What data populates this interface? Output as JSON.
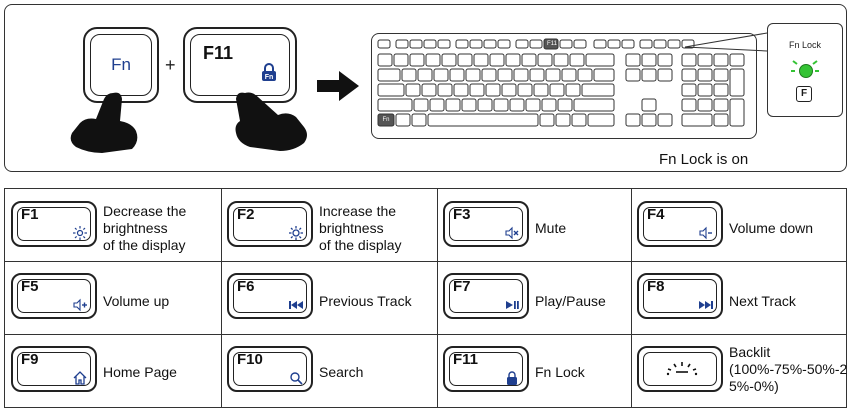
{
  "header": {
    "fn_key_label": "Fn",
    "plus_sign": "+",
    "f11_key_label": "F11",
    "f11_icon": "fn-lock-icon",
    "keyboard": {
      "highlighted_key_label": "F11",
      "fn_key_label": "Fn"
    },
    "callout": {
      "title": "Fn Lock",
      "key_label": "F",
      "led_color": "#34c334"
    },
    "status_text": "Fn Lock is on",
    "accent_color": "#1f3f8f"
  },
  "functions": [
    {
      "key": "F1",
      "icon": "brightness-down-icon",
      "description": [
        "Decrease the",
        "brightness",
        "of the display"
      ]
    },
    {
      "key": "F2",
      "icon": "brightness-up-icon",
      "description": [
        "Increase the",
        "brightness",
        "of the display"
      ]
    },
    {
      "key": "F3",
      "icon": "mute-icon",
      "description": [
        "Mute"
      ]
    },
    {
      "key": "F4",
      "icon": "volume-down-icon",
      "description": [
        "Volume down"
      ]
    },
    {
      "key": "F5",
      "icon": "volume-up-icon",
      "description": [
        "Volume up"
      ]
    },
    {
      "key": "F6",
      "icon": "previous-track-icon",
      "description": [
        "Previous Track"
      ]
    },
    {
      "key": "F7",
      "icon": "play-pause-icon",
      "description": [
        "Play/Pause"
      ]
    },
    {
      "key": "F8",
      "icon": "next-track-icon",
      "description": [
        "Next Track"
      ]
    },
    {
      "key": "F9",
      "icon": "home-icon",
      "description": [
        "Home Page"
      ]
    },
    {
      "key": "F10",
      "icon": "search-icon",
      "description": [
        "Search"
      ]
    },
    {
      "key": "F11",
      "icon": "fn-lock-icon",
      "description": [
        "Fn Lock"
      ]
    },
    {
      "key": "",
      "icon": "backlight-icon",
      "description": [
        "Backlit",
        "(100%-75%-50%-2",
        "5%-0%)"
      ]
    }
  ]
}
